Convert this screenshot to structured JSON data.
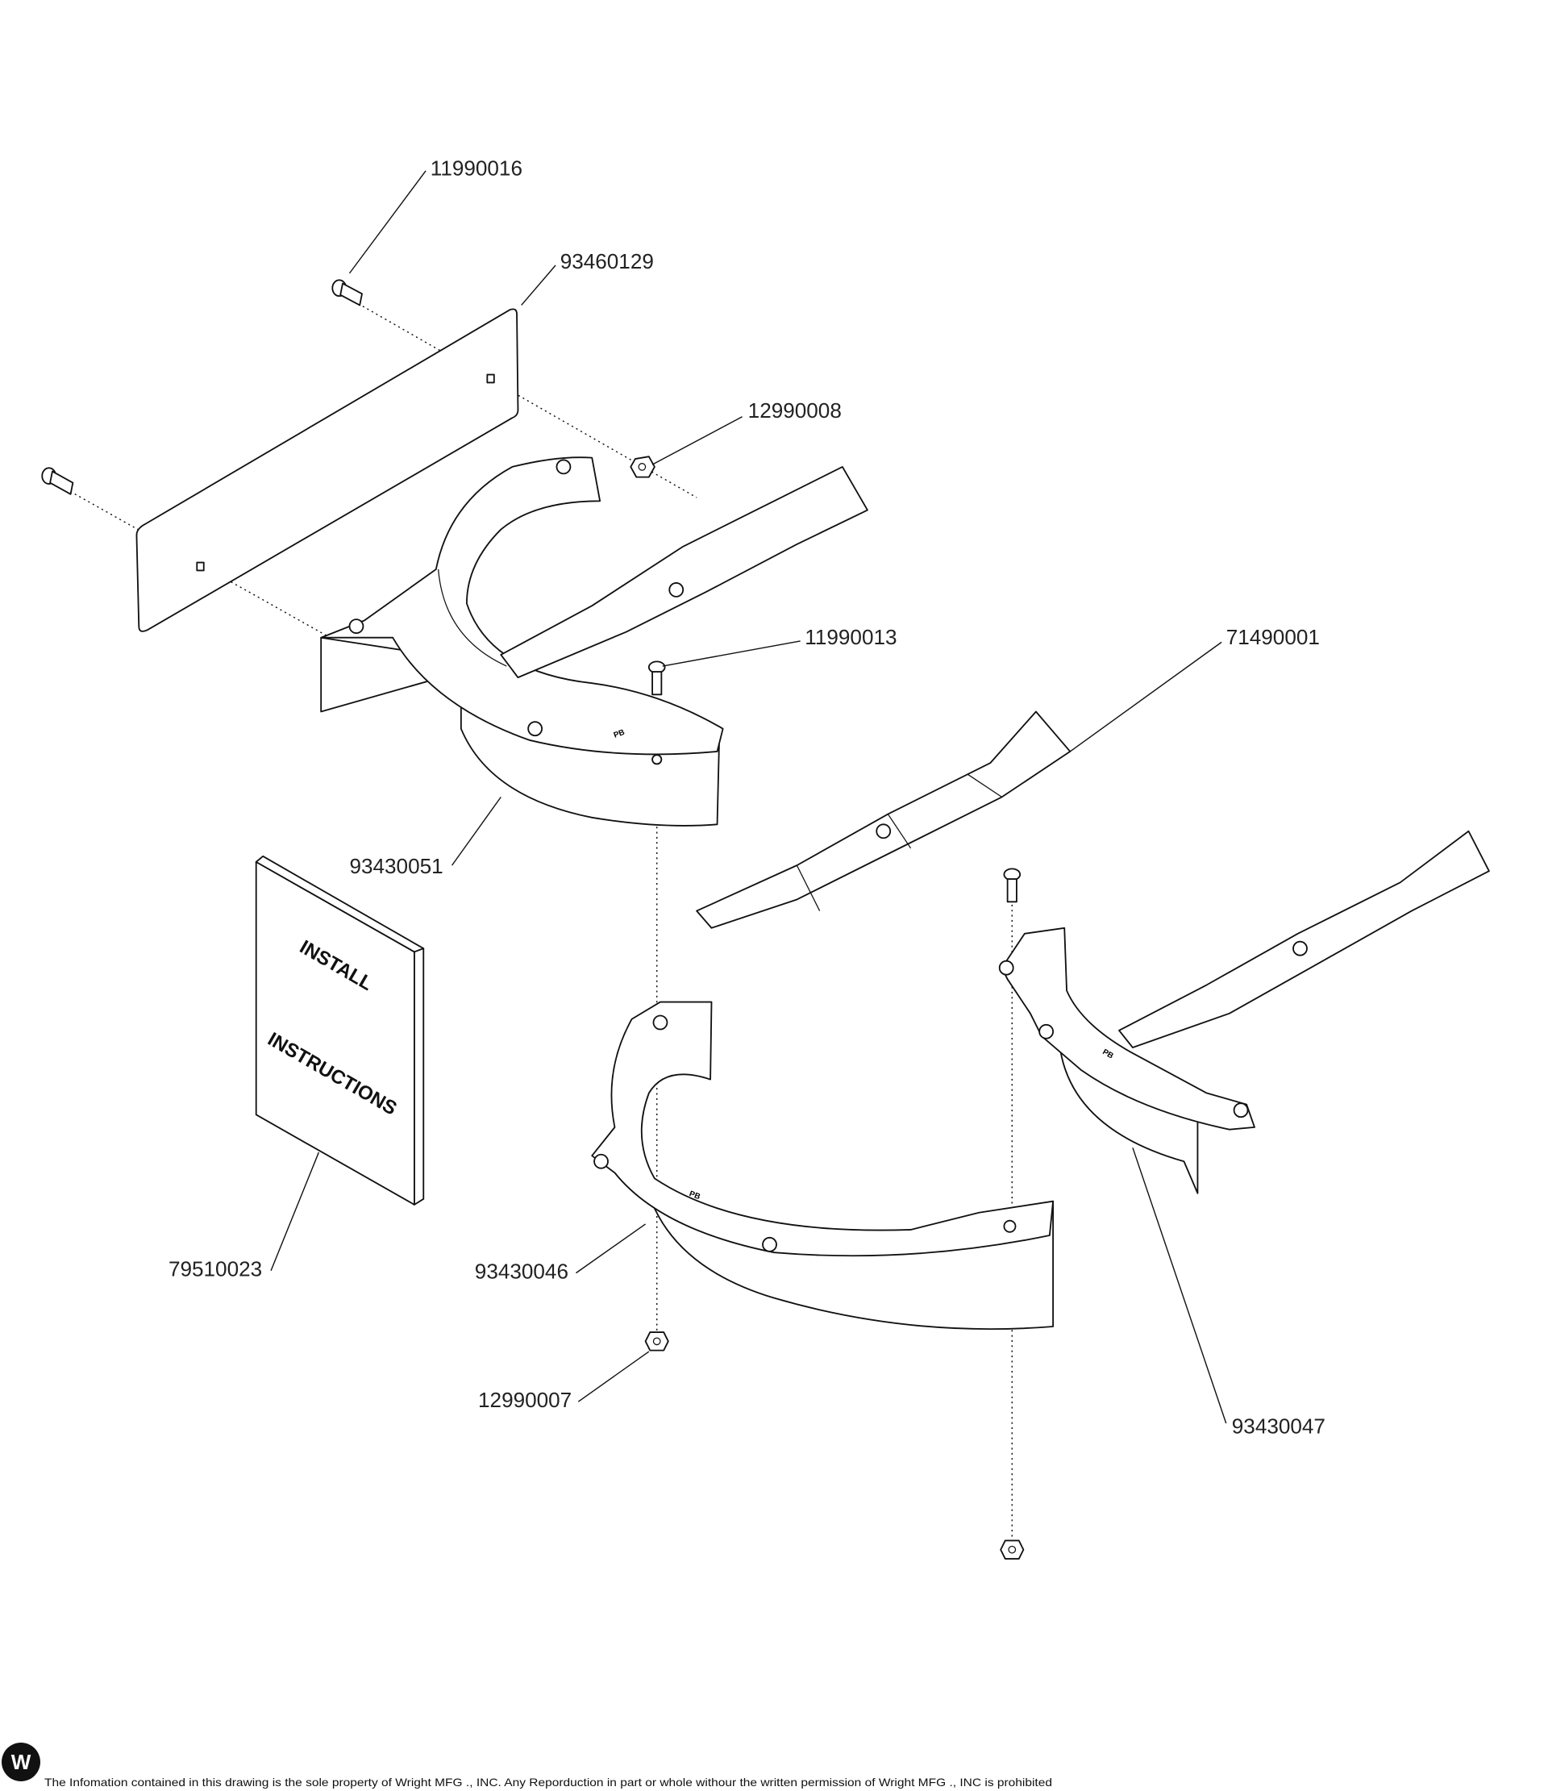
{
  "diagram": {
    "part_labels": {
      "bolt_top": "11990016",
      "plate": "93460129",
      "nut_top": "12990008",
      "bolt_center": "11990013",
      "blade": "71490001",
      "baffle_rear": "93430051",
      "instructions": "79510023",
      "baffle_center": "93430046",
      "nut_bottom": "12990007",
      "baffle_right": "93430047"
    },
    "book": {
      "line1": "INSTALL",
      "line2": "INSTRUCTIONS"
    },
    "baffle_stamp": "PB"
  },
  "footer": {
    "logo": "W",
    "notice": "The Infomation contained in this drawing is the sole property of Wright MFG ., INC. Any Reporduction in part or whole withour the written permission of Wright MFG ., INC is prohibited"
  }
}
